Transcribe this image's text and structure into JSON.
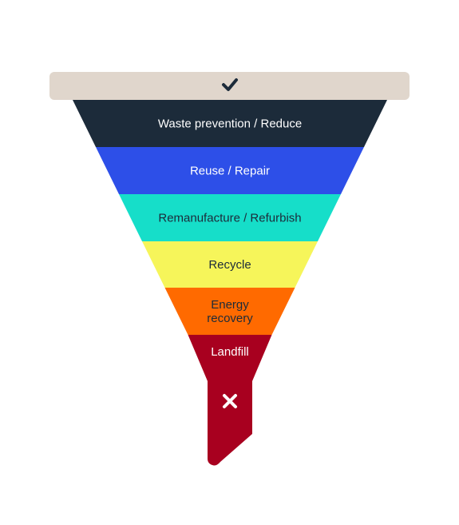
{
  "diagram": {
    "top_bar": {
      "icon": "check-icon",
      "color": "#e0d6cc",
      "icon_color": "#1c2b3a"
    },
    "layers": [
      {
        "label_lines": [
          "Waste prevention / Reduce"
        ],
        "color": "#1c2b3a",
        "text_color": "#ffffff"
      },
      {
        "label_lines": [
          "Reuse / Repair"
        ],
        "color": "#2d4fe8",
        "text_color": "#ffffff"
      },
      {
        "label_lines": [
          "Remanufacture / Refurbish"
        ],
        "color": "#16dec9",
        "text_color": "#1c2b3a"
      },
      {
        "label_lines": [
          "Recycle"
        ],
        "color": "#f6f55a",
        "text_color": "#1c2b3a"
      },
      {
        "label_lines": [
          "Energy",
          "recovery"
        ],
        "color": "#ff6a00",
        "text_color": "#1c2b3a"
      },
      {
        "label_lines": [
          "Landfill"
        ],
        "color": "#a8001f",
        "text_color": "#ffffff"
      }
    ],
    "spout": {
      "icon": "cross-icon",
      "color": "#a8001f",
      "icon_color": "#ffffff"
    }
  }
}
